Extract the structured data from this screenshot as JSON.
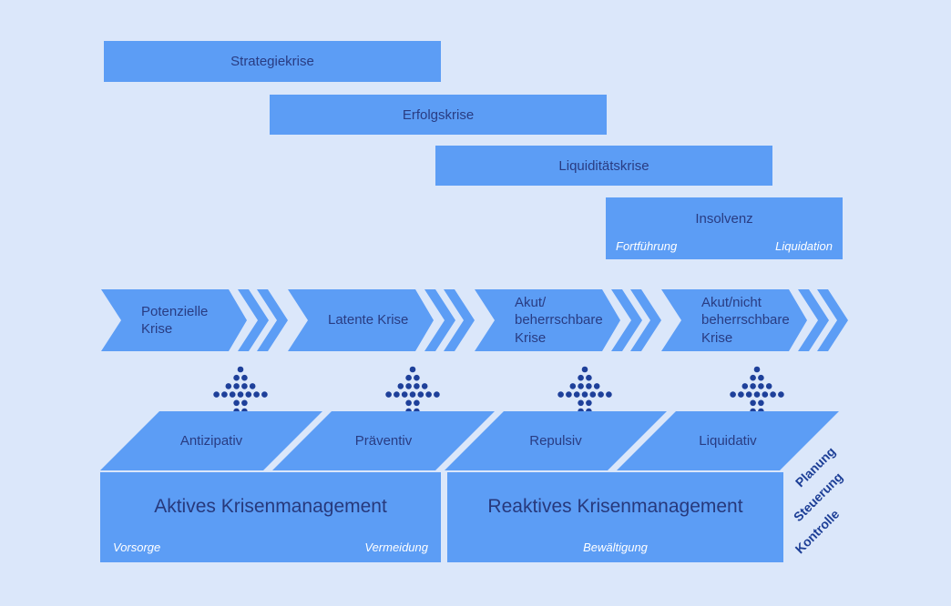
{
  "colors": {
    "background": "#dbe7fa",
    "shape_blue": "#5c9df5",
    "text_navy": "#293c82",
    "dot_navy": "#1e409a",
    "sublabel_white": "#ffffff"
  },
  "crisis_bars": [
    {
      "label": "Strategiekrise"
    },
    {
      "label": "Erfolgskrise"
    },
    {
      "label": "Liquiditätskrise"
    },
    {
      "label": "Insolvenz",
      "sublabel_left": "Fortführung",
      "sublabel_right": "Liquidation"
    }
  ],
  "crisis_phases": [
    {
      "label": "Potenzielle\nKrise"
    },
    {
      "label": "Latente Krise"
    },
    {
      "label": "Akut/\nbeherrschbare\nKrise"
    },
    {
      "label": "Akut/nicht\nbeherrschbare\nKrise"
    }
  ],
  "management_measures": [
    {
      "label": "Antizipativ"
    },
    {
      "label": "Präventiv"
    },
    {
      "label": "Repulsiv"
    },
    {
      "label": "Liquidativ"
    }
  ],
  "management_blocks": [
    {
      "title": "Aktives Krisenmanagement",
      "sublabel_left": "Vorsorge",
      "sublabel_right": "Vermeidung"
    },
    {
      "title": "Reaktives Krisenmanagement",
      "sublabel_center": "Bewältigung"
    }
  ],
  "process_labels": [
    {
      "label": "Planung"
    },
    {
      "label": "Steuerung"
    },
    {
      "label": "Kontrolle"
    }
  ]
}
